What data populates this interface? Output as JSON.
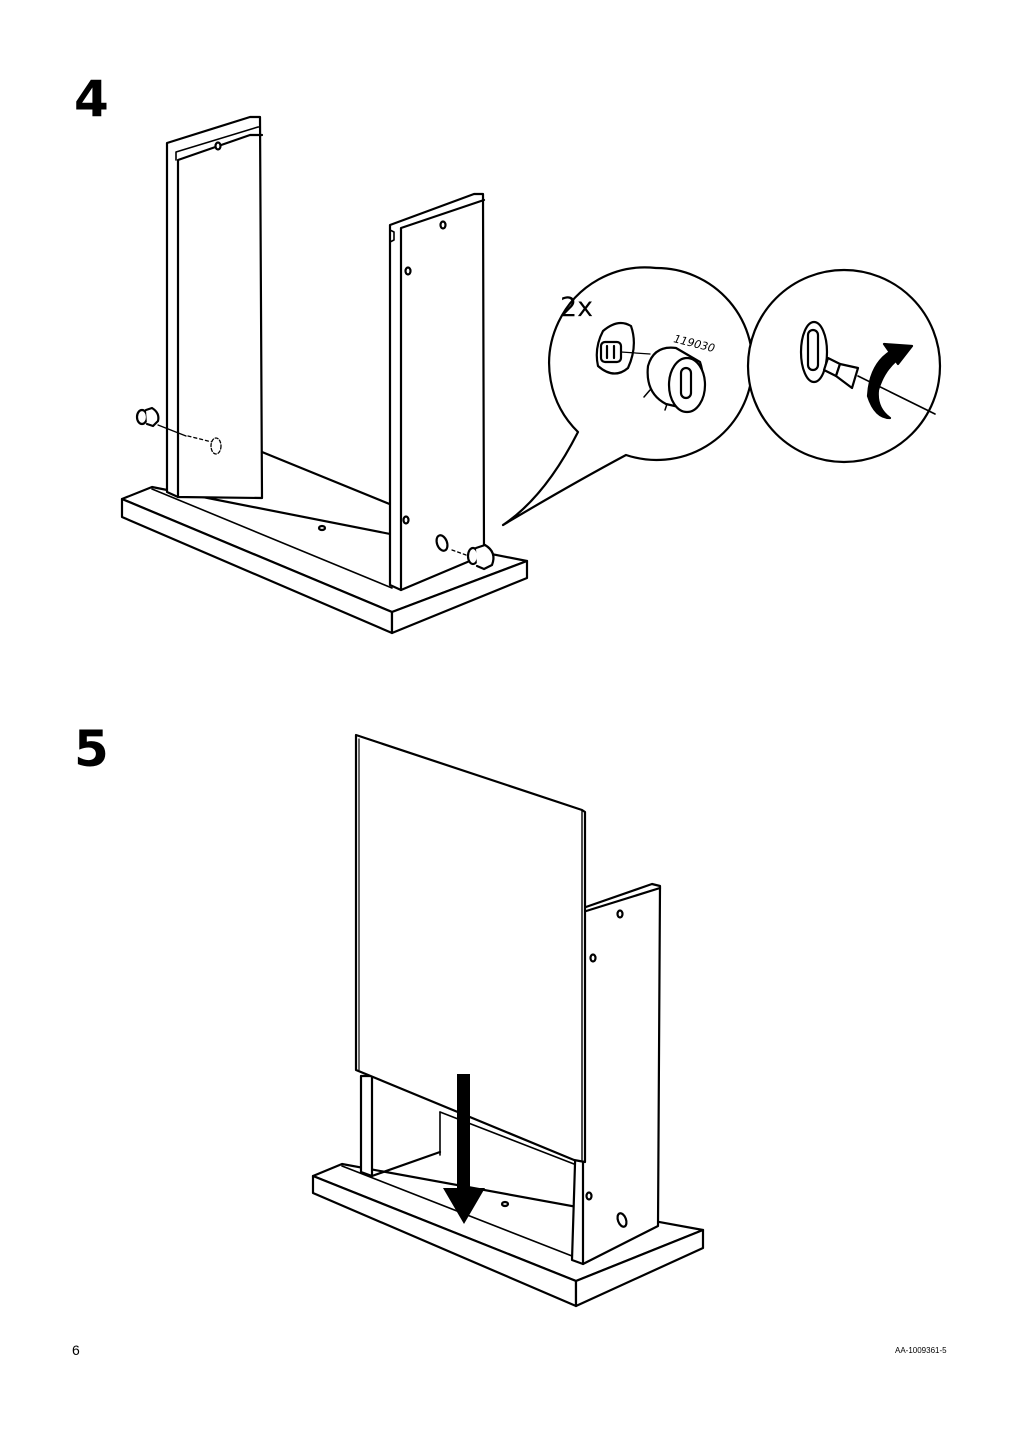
{
  "steps": [
    {
      "number": "4",
      "detail_count": "2x",
      "part_number": "119030"
    },
    {
      "number": "5"
    }
  ],
  "footer": {
    "page": "6",
    "doc_code": "AA-1009361-5"
  },
  "icons": [
    "cam-lock-connector-icon",
    "cam-lock-dowel-icon",
    "screwdriver-icon",
    "rotate-arrow-icon",
    "down-arrow-icon"
  ]
}
